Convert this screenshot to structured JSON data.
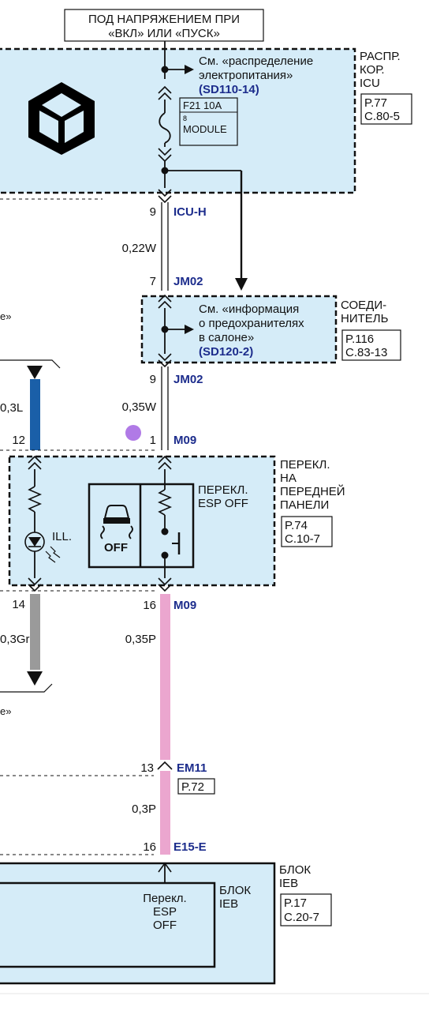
{
  "header": {
    "line1": "ПОД НАПРЯЖЕНИЕМ ПРИ",
    "line2": "«ВКЛ» ИЛИ «ПУСК»"
  },
  "icu": {
    "name_lines": [
      "РАСПР.",
      "КОР.",
      "ICU"
    ],
    "page_lines": [
      "P.77",
      "C.80-5"
    ],
    "note_lines": [
      "См. «распределение",
      "электропитания»"
    ],
    "note_ref": "(SD110-14)",
    "fuse_line1": "F21 10A",
    "fuse_pin": "8",
    "fuse_line2": "MODULE",
    "pin": "9",
    "connector": "ICU-H"
  },
  "wire1": {
    "spec": "0,22W"
  },
  "jm02_top": {
    "pin": "7",
    "connector": "JM02"
  },
  "junction": {
    "name_lines": [
      "СОЕДИ-",
      "НИТЕЛЬ"
    ],
    "page_lines": [
      "P.116",
      "C.83-13"
    ],
    "note_lines": [
      "См. «информация",
      "о предохранителях",
      "в салоне»"
    ],
    "note_ref": "(SD120-2)"
  },
  "jm02_bottom": {
    "pin": "9",
    "connector": "JM02"
  },
  "wire2": {
    "spec": "0,35W"
  },
  "left_wire_top": {
    "spec": "0,3L",
    "pin": "12",
    "partial_text": "e»"
  },
  "m09_top": {
    "pin": "1",
    "connector": "M09"
  },
  "switch_panel": {
    "name_lines": [
      "ПЕРЕКЛ.",
      "НА",
      "ПЕРЕДНЕЙ",
      "ПАНЕЛИ"
    ],
    "page_lines": [
      "P.74",
      "C.10-7"
    ],
    "switch_label_lines": [
      "ПЕРЕКЛ.",
      "ESP OFF"
    ],
    "illum_label": "ILL.",
    "icon_text": "OFF"
  },
  "left_wire_bottom": {
    "pin": "14",
    "spec": "0,3Gr",
    "partial_text": "e»"
  },
  "m09_bottom": {
    "pin": "16",
    "connector": "M09"
  },
  "wire3": {
    "spec": "0,35P"
  },
  "em11": {
    "pin": "13",
    "connector": "EM11",
    "page": "P.72"
  },
  "wire4": {
    "spec": "0,3P"
  },
  "e15": {
    "pin": "16",
    "connector": "E15-E"
  },
  "ieb": {
    "name_lines": [
      "БЛОК",
      "IEB"
    ],
    "page_lines": [
      "P.17",
      "C.20-7"
    ],
    "inner_lines": [
      "Перекл.",
      "ESP",
      "OFF"
    ],
    "side_lines": [
      "БЛОК",
      "IEB"
    ]
  },
  "colors": {
    "module_fill": "#d5ecf8",
    "connector_text": "#1c2c8c",
    "wire_white": "#ffffff",
    "wire_blue": "#1a5fa8",
    "wire_gray": "#9a9a9a",
    "wire_pink": "#eba6cf",
    "marker_dot": "#b07ae6"
  }
}
